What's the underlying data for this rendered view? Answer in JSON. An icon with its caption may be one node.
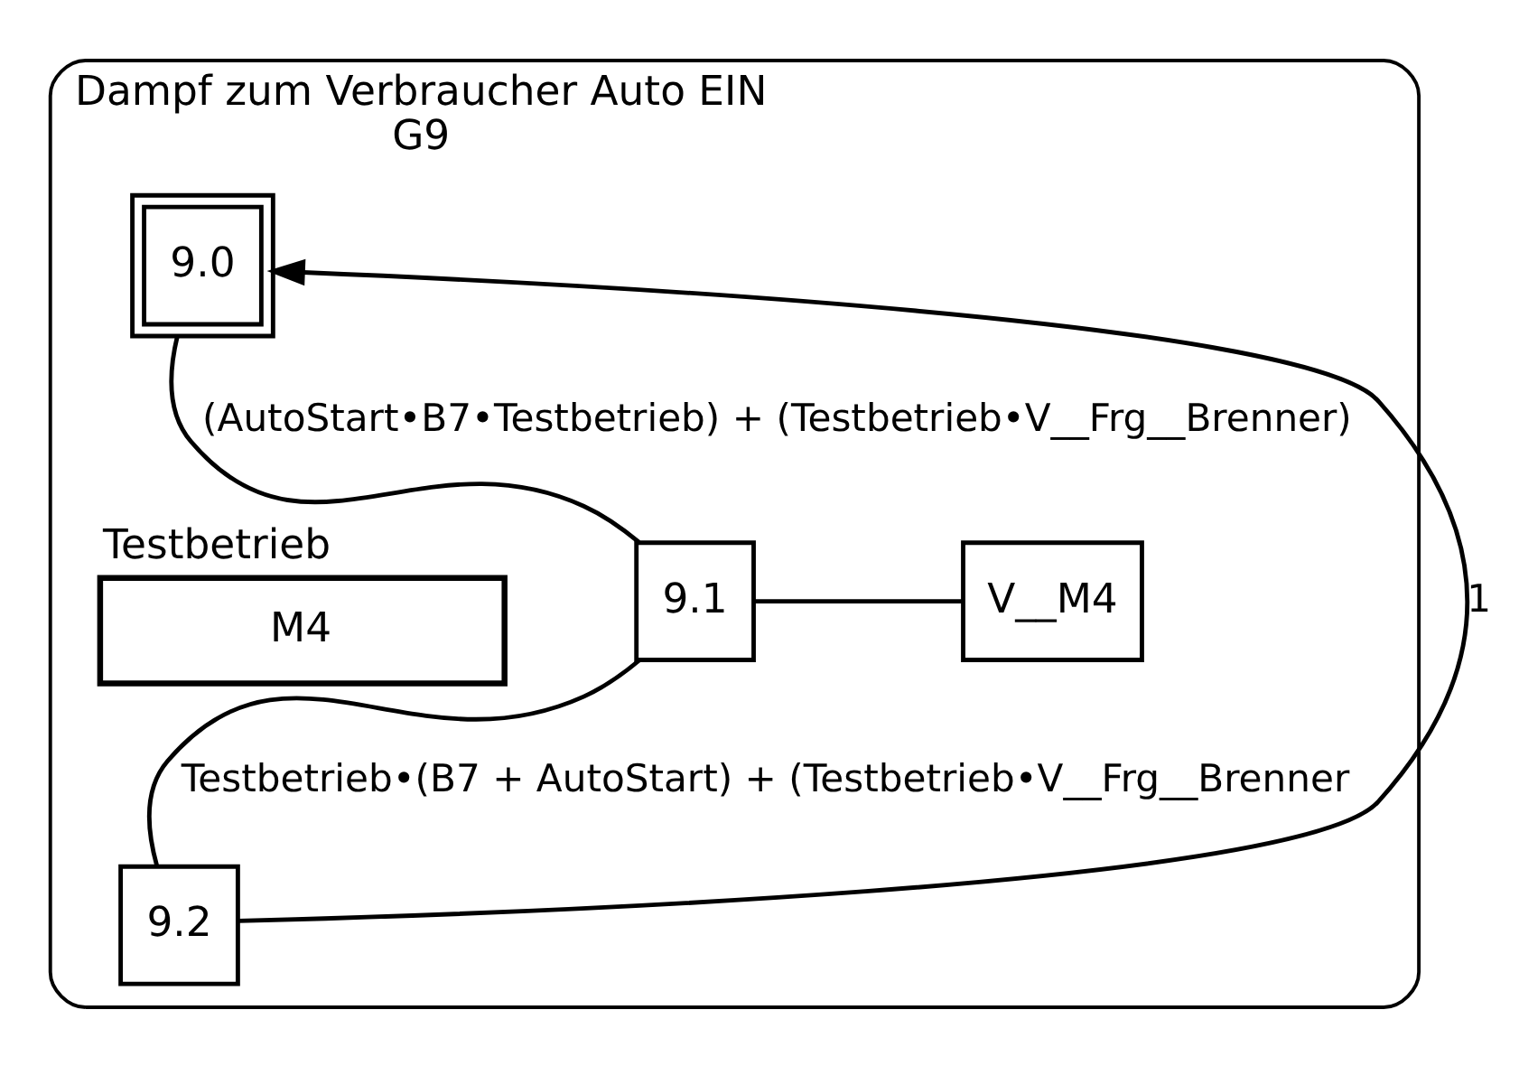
{
  "diagram": {
    "nodes": [
      {
        "text": [
          "Dampf zum Verbraucher Auto EIN",
          "G9"
        ]
      },
      {
        "text": [
          "9.0"
        ],
        "in": 0
      },
      {
        "text": [
          "9.1"
        ],
        "in": 0
      },
      {
        "text": [
          "V__M4"
        ],
        "in": 0
      },
      {
        "text": [
          "M4"
        ],
        "in": 0,
        "beside": [
          "Testbetrieb"
        ]
      },
      {
        "text": [
          "9.2"
        ],
        "in": 0
      }
    ],
    "edges": [
      {
        "from": 1,
        "to": 2,
        "arrow": "none",
        "label": "(AutoStart•B7•Testbetrieb) + (Testbetrieb•V__Frg__Brenner)"
      },
      {
        "from": 2,
        "to": 3,
        "arrow": "none"
      },
      {
        "from": 2,
        "to": 5,
        "arrow": "none",
        "label": "Testbetrieb•(B7 + AutoStart) + (Testbetrieb•V__Frg__Brenner"
      },
      {
        "from": 5,
        "to": 1,
        "arrow": "to",
        "label": "1"
      }
    ]
  }
}
